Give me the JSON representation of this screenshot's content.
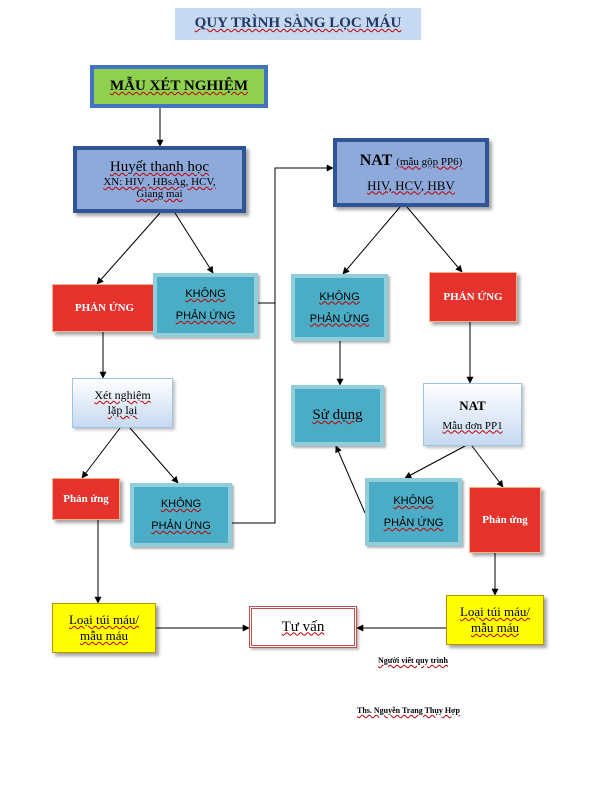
{
  "title": "QUY TRÌNH SÀNG LỌC MÁU",
  "nodes": {
    "sample": "MẪU XÉT NGHIỆM",
    "serum": {
      "title": "Huyết thanh học",
      "line1": "XN: HIV , HBsAg, HCV,",
      "line2": "Giang mai"
    },
    "nat_pool": {
      "title": "NAT",
      "sub": "(mẫu gộp PP6)",
      "line": "HIV, HCV, HBV"
    },
    "react_left": "PHẢN ỨNG",
    "nonreact_left_line1": "KHÔNG",
    "nonreact_left_line2": "PHẢN ỨNG",
    "nonreact_mid_line1": "KHÔNG",
    "nonreact_mid_line2": "PHẢN ỨNG",
    "react_right": "PHẢN ỨNG",
    "retest_line1": "Xét nghiệm",
    "retest_line2": "lặp lại",
    "use": "Sử dụng",
    "nat_single": {
      "title": "NAT",
      "line": "Mẫu đơn PP1"
    },
    "react_retest": "Phản ứng",
    "nonreact_retest_line1": "KHÔNG",
    "nonreact_retest_line2": "PHẢN ỨNG",
    "nonreact_single_line1": "KHÔNG",
    "nonreact_single_line2": "PHẢN ỨNG",
    "react_single": "Phản ứng",
    "bag_left_line1": "Loại túi máu/",
    "bag_left_line2": "mẫu máu",
    "counsel": "Tư vấn",
    "bag_right_line1": "Loại túi máu/",
    "bag_right_line2": "mẫu máu"
  },
  "author_label": "Người viết quy trình",
  "author_name": "Ths. Nguyễn Trang Thụy Hợp"
}
